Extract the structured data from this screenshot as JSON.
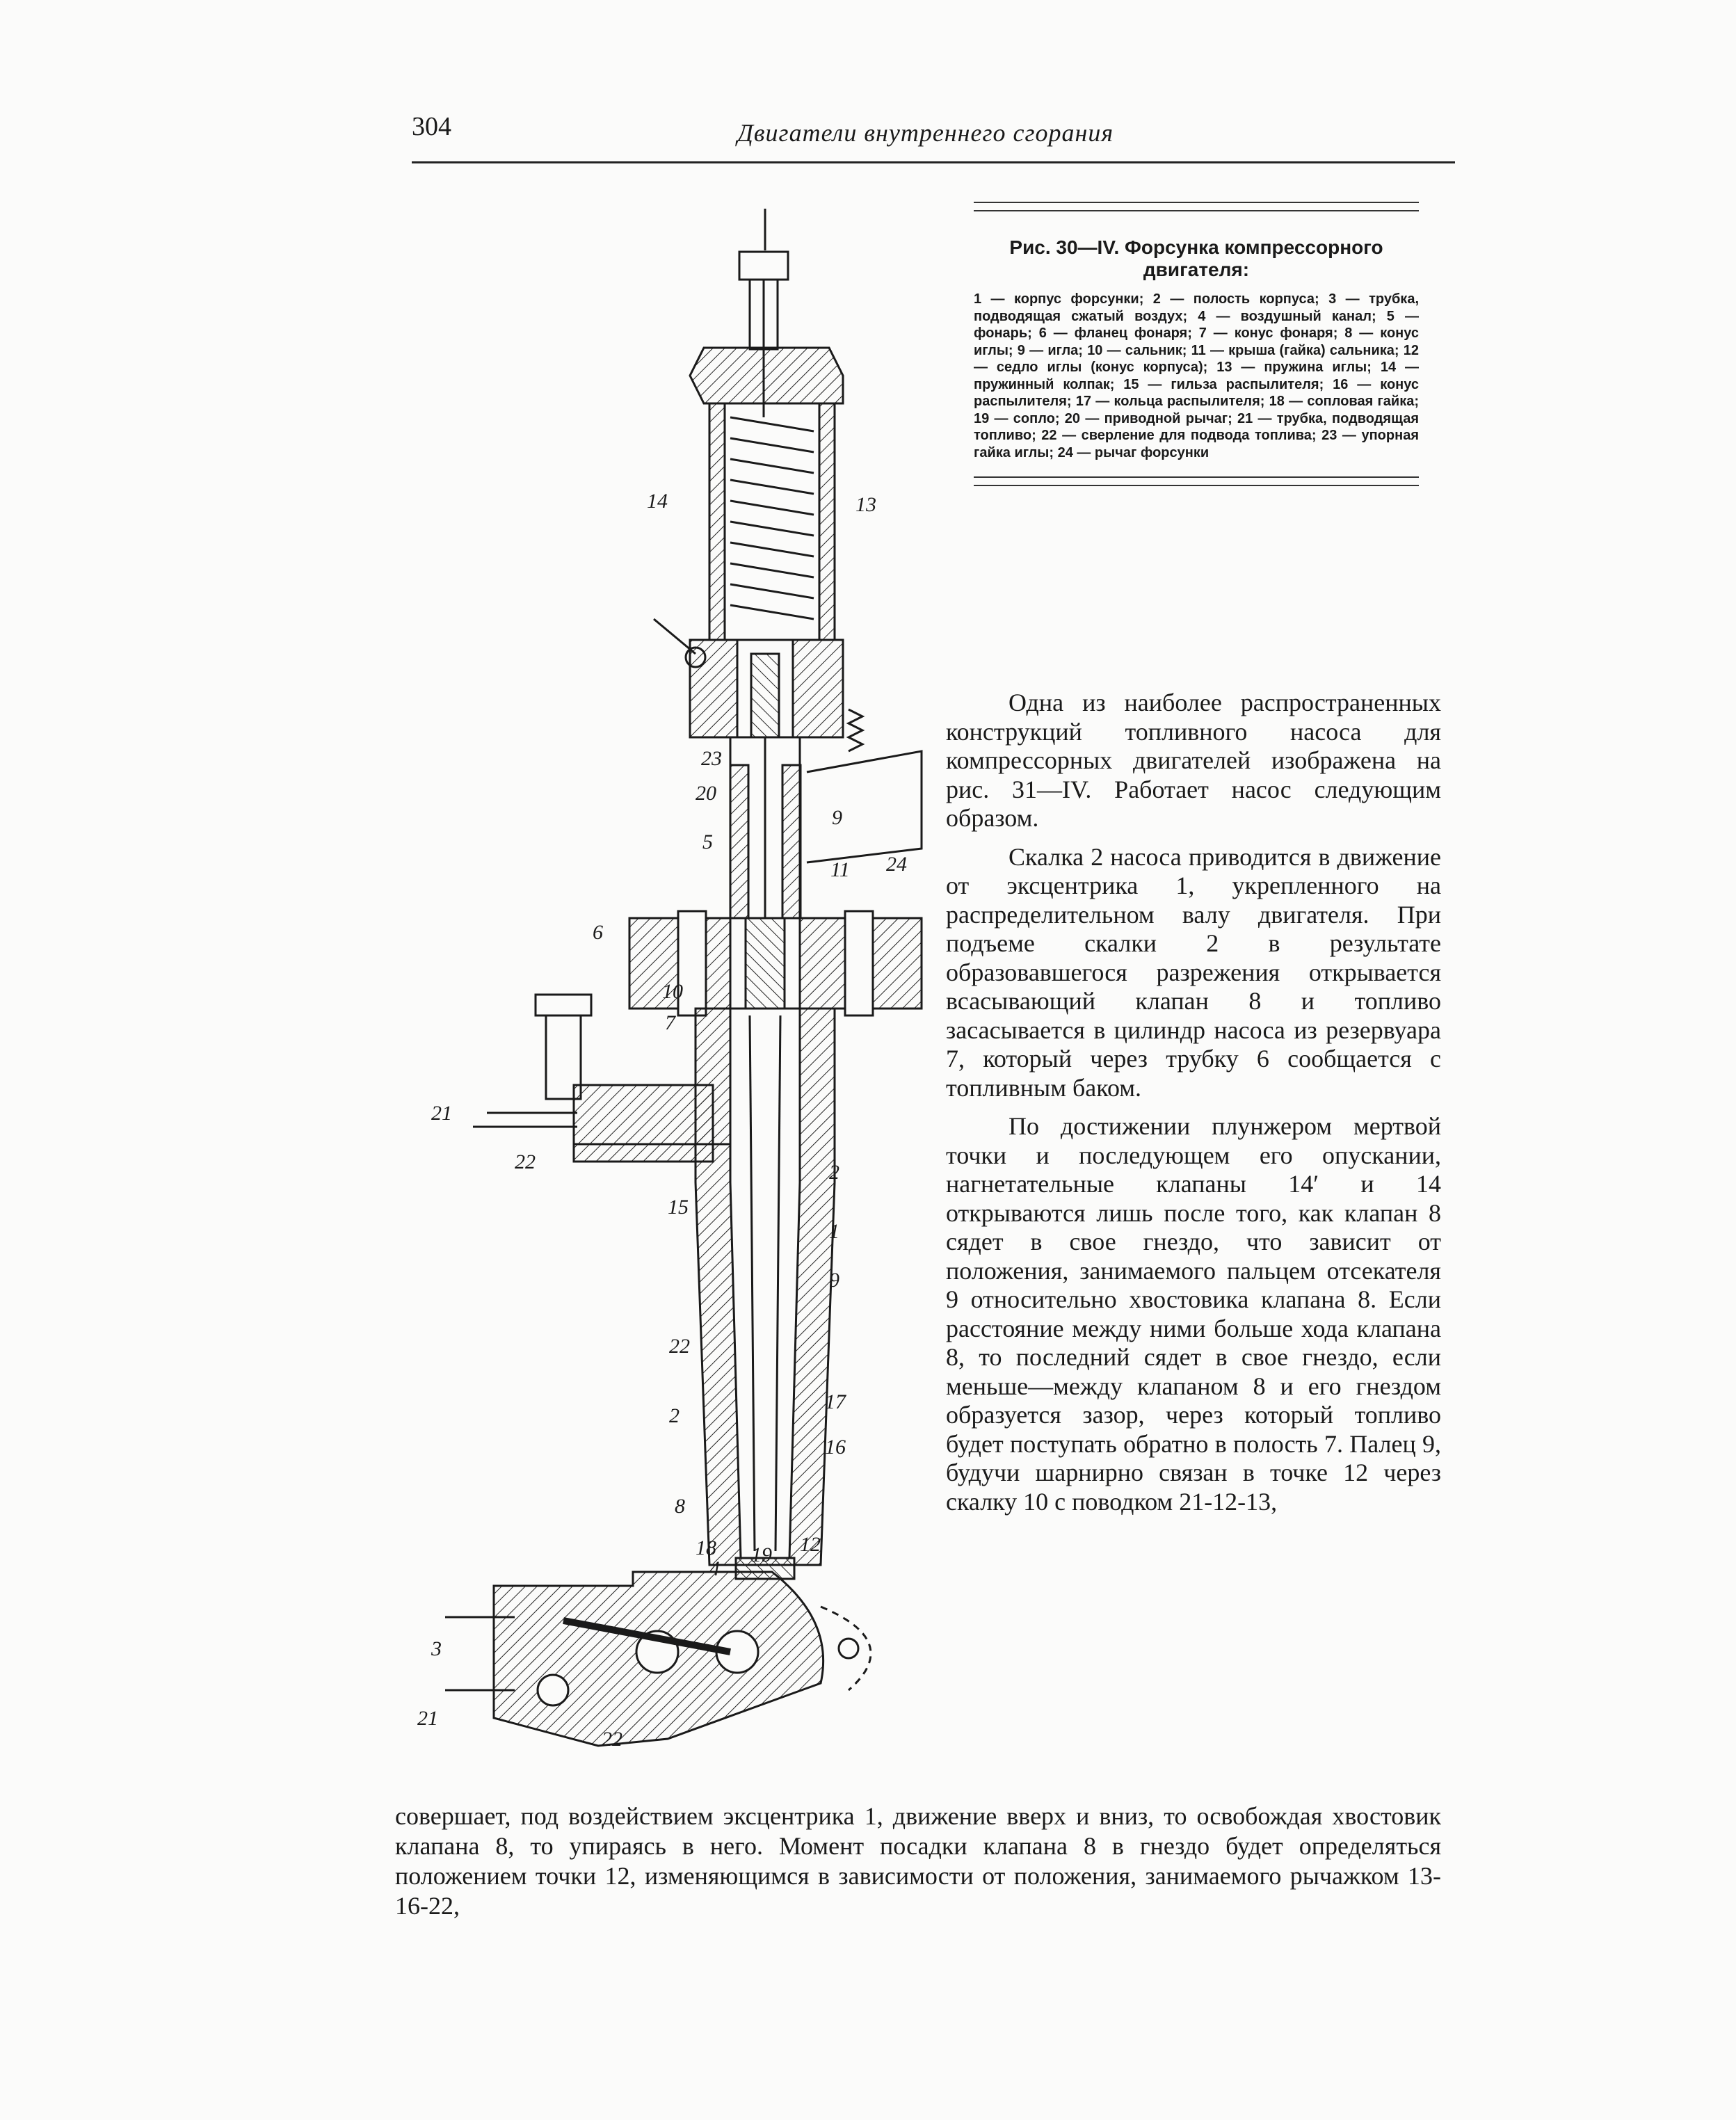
{
  "header": {
    "page_number": "304",
    "running_title": "Двигатели внутреннего сгорания"
  },
  "figure": {
    "title": "Рис. 30—IV. Форсунка компрессорного двигателя:",
    "legend": "1 — корпус форсунки; 2 — полость корпуса; 3 — трубка, подводящая сжатый воздух; 4 — воздушный канал; 5 — фонарь; 6 — фланец фонаря; 7 — конус фонаря; 8 — конус иглы; 9 — игла; 10 — сальник; 11 — крыша (гайка) сальника; 12 — седло иглы (конус корпуса); 13 — пружина иглы; 14 — пружинный колпак; 15 — гильза распылителя; 16 — конус распылителя; 17 — кольца распылителя; 18 — сопловая гайка; 19 — сопло; 20 — приводной рычаг; 21 — трубка, подводящая топливо; 22 — сверление для подвода топлива; 23 — упорная гайка иглы; 24 — рычаг форсунки",
    "callouts": {
      "c14": "14",
      "c13": "13",
      "c23": "23",
      "c20": "20",
      "c9": "9",
      "c5": "5",
      "c24": "24",
      "c11": "11",
      "c6": "6",
      "c10": "10",
      "c7": "7",
      "c21a": "21",
      "c22a": "22",
      "c2a": "2",
      "c15": "15",
      "c1": "1",
      "c9b": "9",
      "c22b": "22",
      "c2b": "2",
      "c17": "17",
      "c16": "16",
      "c8": "8",
      "c18": "18",
      "c19": "19",
      "c12": "12",
      "c4": "4",
      "c3": "3",
      "c21b": "21",
      "c22c": "22"
    }
  },
  "body": {
    "p1": "Одна из наиболее распространенных конструкций топливного насоса для компрессорных двигателей изображена на рис. 31—IV. Работает насос следующим образом.",
    "p2": "Скалка 2 насоса приводится в движение от эксцентрика 1, укрепленного на распределительном валу двигателя. При подъеме скалки 2 в результате образовавшегося разрежения открывается всасывающий клапан 8 и топливо засасывается в цилиндр насоса из резервуара 7, который через трубку 6 сообщается с топливным баком.",
    "p3": "По достижении плунжером мертвой точки и последующем его опускании, нагнетательные клапаны 14′ и 14 открываются лишь после того, как клапан 8 сядет в свое гнездо, что зависит от положения, занимаемого пальцем отсекателя 9 относительно хвостовика клапана 8. Если расстояние между ними больше хода клапана 8, то последний сядет в свое гнездо, если меньше—между клапаном 8 и его гнездом образуется зазор, через который топливо будет поступать обратно в полость 7. Палец 9, будучи шарнирно связан в точке 12 через скалку 10 с поводком 21-12-13,",
    "p4": "совершает, под воздействием эксцентрика 1, движение вверх и вниз, то освобождая хвостовик клапана 8, то упираясь в него. Момент посадки клапана 8 в гнездо будет определяться положением точки 12, изменяющимся в зависимости от положения, занимаемого рычажком 13-16-22,"
  }
}
